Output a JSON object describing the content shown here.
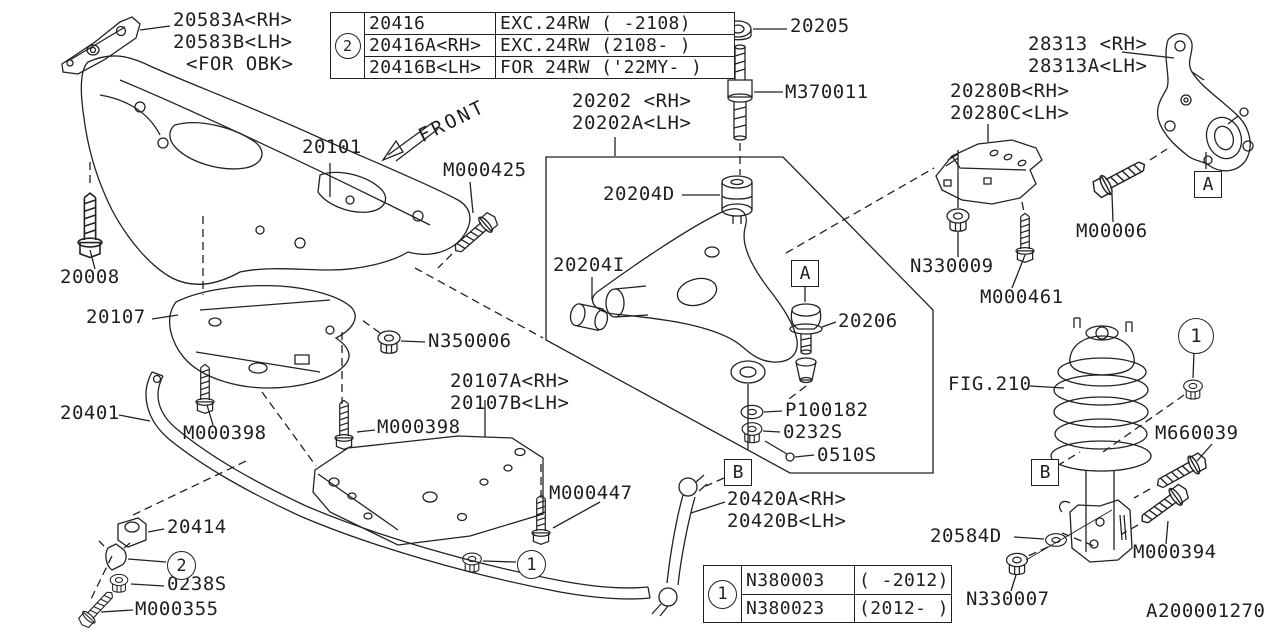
{
  "meta": {
    "diagram_id": "A200001270",
    "front_label": "FRONT",
    "line_color": "#222222",
    "bg_color": "#ffffff"
  },
  "part_labels": [
    {
      "id": "20583a",
      "text": "20583A<RH>"
    },
    {
      "id": "20583b",
      "text": "20583B<LH>"
    },
    {
      "id": "for-obk",
      "text": "<FOR OBK>"
    },
    {
      "id": "20205",
      "text": "20205"
    },
    {
      "id": "m370011",
      "text": "M370011"
    },
    {
      "id": "28313-rh",
      "text": "28313 <RH>"
    },
    {
      "id": "28313a-lh",
      "text": "28313A<LH>"
    },
    {
      "id": "20280b",
      "text": "20280B<RH>"
    },
    {
      "id": "20280c",
      "text": "20280C<LH>"
    },
    {
      "id": "20202-rh",
      "text": "20202 <RH>"
    },
    {
      "id": "20202a-lh",
      "text": "20202A<LH>"
    },
    {
      "id": "20101",
      "text": "20101"
    },
    {
      "id": "m000425",
      "text": "M000425"
    },
    {
      "id": "20204d",
      "text": "20204D"
    },
    {
      "id": "m00006",
      "text": "M00006"
    },
    {
      "id": "n330009",
      "text": "N330009"
    },
    {
      "id": "m000461",
      "text": "M000461"
    },
    {
      "id": "20008",
      "text": "20008"
    },
    {
      "id": "20107",
      "text": "20107"
    },
    {
      "id": "20204i",
      "text": "20204I"
    },
    {
      "id": "n350006",
      "text": "N350006"
    },
    {
      "id": "20206",
      "text": "20206"
    },
    {
      "id": "fig210",
      "text": "FIG.210"
    },
    {
      "id": "m660039",
      "text": "M660039"
    },
    {
      "id": "20401",
      "text": "20401"
    },
    {
      "id": "m000398-1",
      "text": "M000398"
    },
    {
      "id": "m000398-2",
      "text": "M000398"
    },
    {
      "id": "20107a",
      "text": "20107A<RH>"
    },
    {
      "id": "20107b",
      "text": "20107B<LH>"
    },
    {
      "id": "m000447",
      "text": "M000447"
    },
    {
      "id": "p100182",
      "text": "P100182"
    },
    {
      "id": "0232s",
      "text": "0232S"
    },
    {
      "id": "0510s",
      "text": "0510S"
    },
    {
      "id": "20420a",
      "text": "20420A<RH>"
    },
    {
      "id": "20420b",
      "text": "20420B<LH>"
    },
    {
      "id": "20414",
      "text": "20414"
    },
    {
      "id": "0238s",
      "text": "0238S"
    },
    {
      "id": "m000355",
      "text": "M000355"
    },
    {
      "id": "20584d",
      "text": "20584D"
    },
    {
      "id": "n330007",
      "text": "N330007"
    },
    {
      "id": "m000394",
      "text": "M000394"
    },
    {
      "id": "a200001270",
      "text": "A200001270"
    }
  ],
  "boxed_markers": [
    {
      "id": "a-knuckle",
      "text": "A"
    },
    {
      "id": "a-balljoint",
      "text": "A"
    },
    {
      "id": "b-link",
      "text": "B"
    },
    {
      "id": "b-strut",
      "text": "B"
    }
  ],
  "circled_markers": [
    {
      "id": "strut-washer-callout",
      "text": "1"
    },
    {
      "id": "plate-nut-callout",
      "text": "1"
    },
    {
      "id": "clamp-callout",
      "text": "2"
    }
  ],
  "tables": {
    "top": {
      "marker": "2",
      "rows": [
        {
          "part": "20416",
          "note": "EXC.24RW ( -2108)"
        },
        {
          "part": "20416A<RH>",
          "note": "EXC.24RW (2108- )"
        },
        {
          "part": "20416B<LH>",
          "note": "FOR 24RW ('22MY- )"
        }
      ]
    },
    "bottom": {
      "marker": "1",
      "rows": [
        {
          "part": "N380003",
          "note": "( -2012)"
        },
        {
          "part": "N380023",
          "note": "(2012- )"
        }
      ]
    }
  }
}
